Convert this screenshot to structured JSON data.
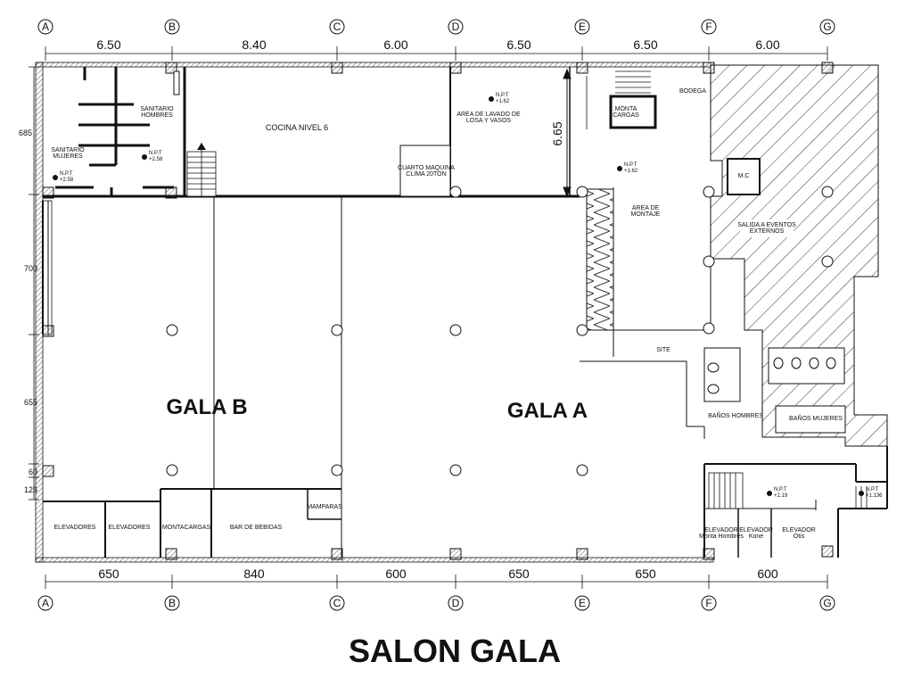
{
  "grid_labels": [
    "A",
    "B",
    "C",
    "D",
    "E",
    "F",
    "G"
  ],
  "top_dimensions": [
    "6.50",
    "8.40",
    "6.00",
    "6.50",
    "6.50",
    "6.00"
  ],
  "bottom_dimensions": [
    "650",
    "840",
    "600",
    "650",
    "650",
    "600"
  ],
  "left_dimensions": [
    "685",
    "700",
    "655",
    "60",
    "126"
  ],
  "vertical_dimension": "6.65",
  "rooms": {
    "sanitario_hombres": [
      "SANITARIO",
      "HOMBRES"
    ],
    "sanitario_mujeres": [
      "SANITARIO",
      "MUJERES"
    ],
    "cocina": "COCINA NIVEL 6",
    "cuarto_maquina": [
      "CUARTO MAQUINA",
      "CLIMA 20TON"
    ],
    "area_lavado": [
      "AREA DE LAVADO DE",
      "LOSA Y VASOS"
    ],
    "monta_cargas": [
      "MONTA",
      "CARGAS"
    ],
    "bodega": "BODEGA",
    "area_montaje": [
      "AREA DE",
      "MONTAJE"
    ],
    "mc": "M.C",
    "salida_eventos": [
      "SALIDA A EVENTOS",
      "EXTERNOS"
    ],
    "site": "SITE",
    "banos_hombres": "BAÑOS HOMBRES",
    "banos_mujeres": "BAÑOS MUJERES",
    "elevadores_1": "ELEVADORES",
    "elevadores_2": "ELEVADORES",
    "montacargas": "MONTACARGAS",
    "bar_bebidas": "BAR DE BEBIDAS",
    "mamparas": "MAMPARAS",
    "elevador_monta": [
      "ELEVADOR",
      "Monta Hombres"
    ],
    "elevador_kone": [
      "ELEVADOR",
      "Kone"
    ],
    "elevador_otis": [
      "ELEVADOR",
      "Otis"
    ]
  },
  "halls": {
    "gala_b": "GALA B",
    "gala_a": "GALA A"
  },
  "levels": {
    "npt_label": "N.P.T",
    "npt_sanitario_h": "+2.58",
    "npt_sanitario_m": "+2.58",
    "npt_lavado": "+1.62",
    "npt_montaje": "+1.62",
    "npt_elev": "+2.19",
    "npt_right": "+1.136"
  },
  "title": "SALON GALA"
}
